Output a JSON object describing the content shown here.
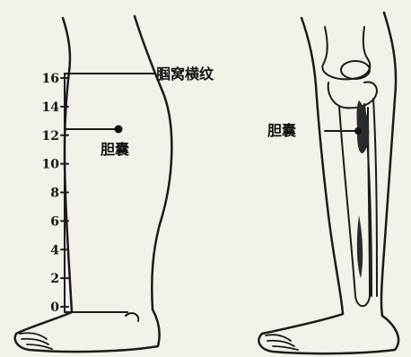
{
  "left_figure": {
    "scale_ticks": [
      "16",
      "14",
      "12",
      "10",
      "8",
      "6",
      "4",
      "2",
      "0"
    ],
    "label_crease": "腘窝横纹",
    "label_point": "胆囊"
  },
  "right_figure": {
    "label_point": "胆囊"
  }
}
